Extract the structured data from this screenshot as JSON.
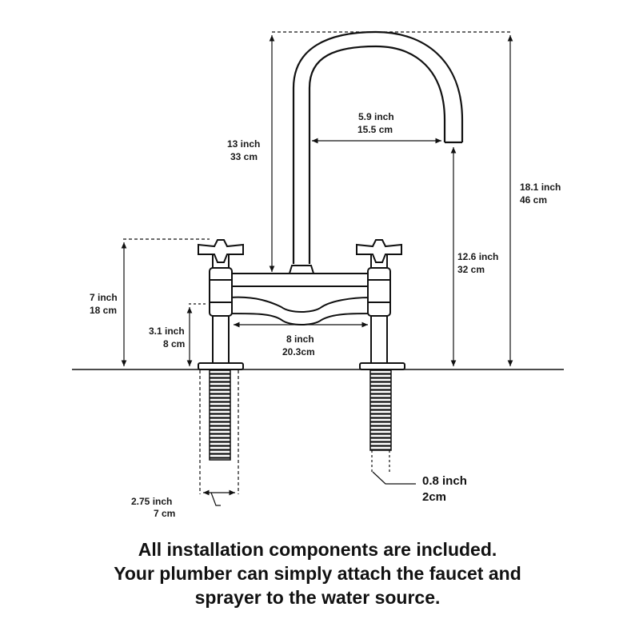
{
  "dimensions": {
    "spout_height": [
      "13 inch",
      "33 cm"
    ],
    "spout_reach": [
      "5.9 inch",
      "15.5 cm"
    ],
    "total_height": [
      "18.1 inch",
      "46 cm"
    ],
    "spout_outlet_height": [
      "12.6 inch",
      "32 cm"
    ],
    "handle_height": [
      "7 inch",
      "18 cm"
    ],
    "body_height": [
      "3.1 inch",
      "8 cm"
    ],
    "center_spread": [
      "8 inch",
      "20.3cm"
    ],
    "shank_diameter": [
      "0.8 inch",
      "2cm"
    ],
    "base_diameter": [
      "2.75 inch",
      "7 cm"
    ]
  },
  "caption": [
    "All installation components are included.",
    "Your plumber can simply attach the faucet and",
    "sprayer to the water source."
  ]
}
